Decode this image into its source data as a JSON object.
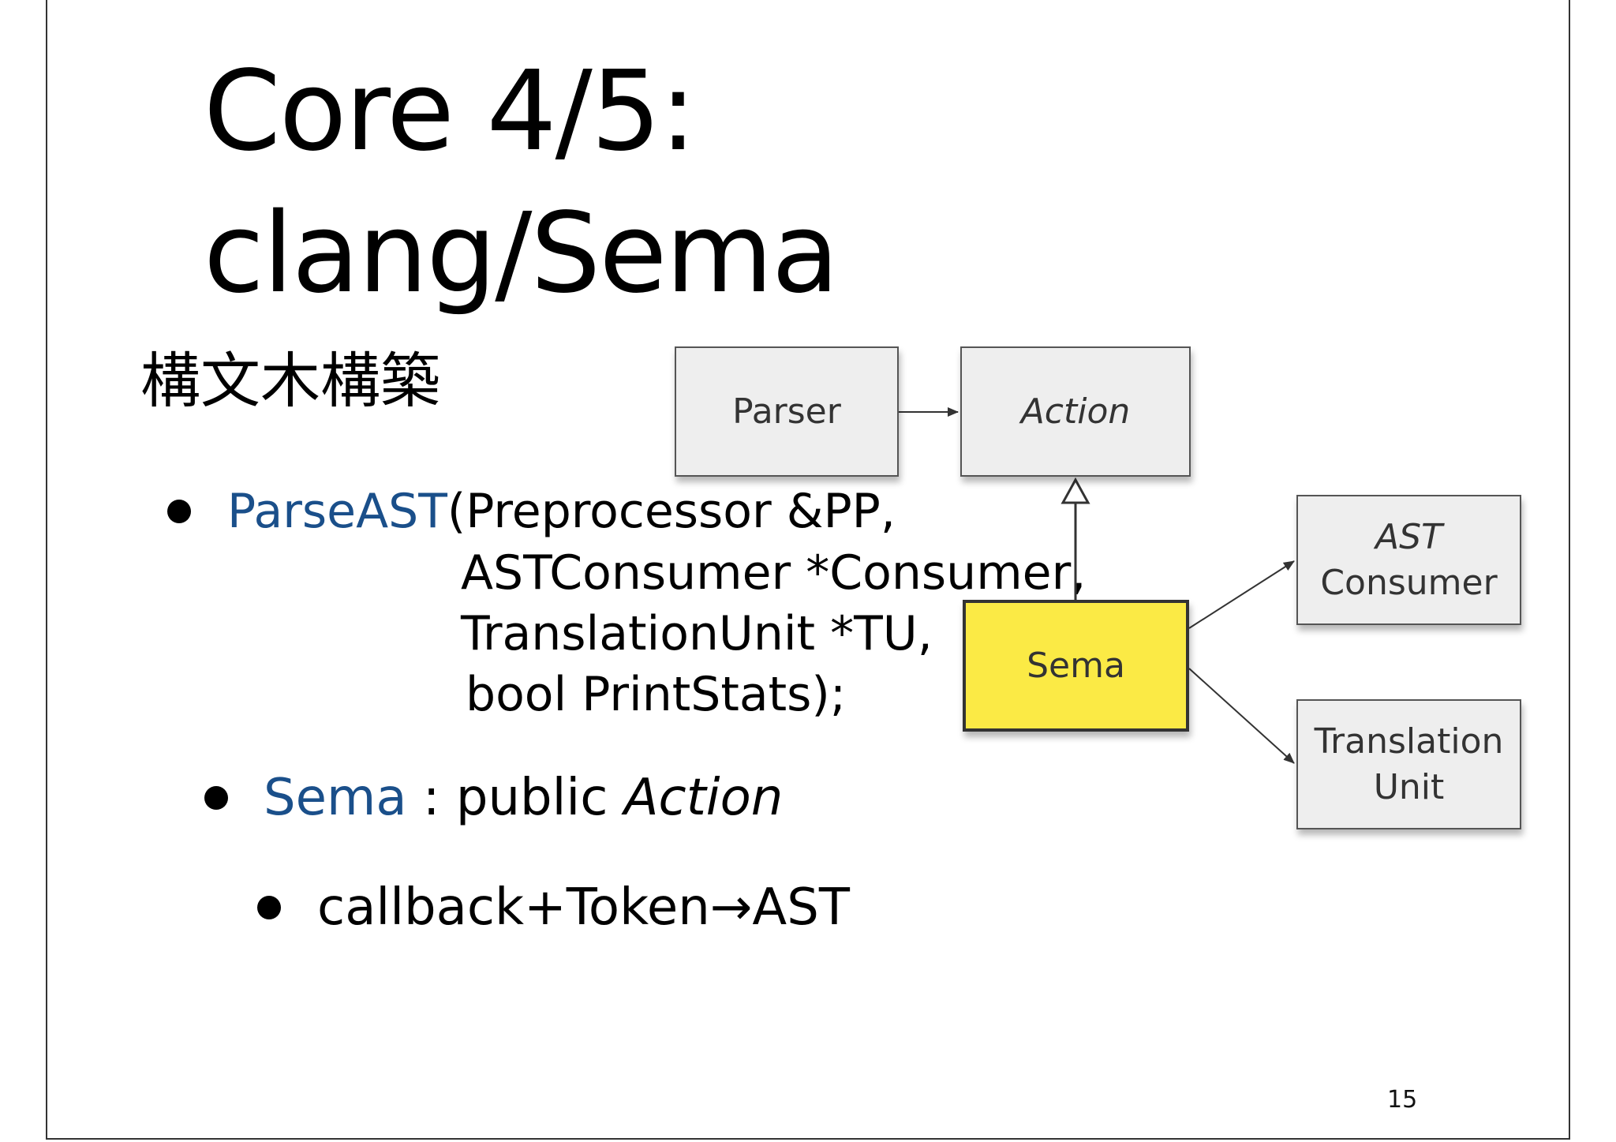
{
  "slide": {
    "title_line1": "Core 4/5:",
    "title_line2": "clang/Sema",
    "subtitle": "構文木構築",
    "bullets": {
      "item1": {
        "func_name": "ParseAST",
        "line1_rest": "(Preprocessor &PP,",
        "line2": "ASTConsumer *Consumer,",
        "line3": "TranslationUnit *TU,",
        "line4": "bool PrintStats);"
      },
      "item2": {
        "class_name": "Sema",
        "sep": " : public ",
        "base": "Action"
      },
      "item3": {
        "text": "callback+Token→AST"
      }
    },
    "diagram": {
      "parser": "Parser",
      "action": "Action",
      "sema": "Sema",
      "ast_consumer_line1": "AST",
      "ast_consumer_line2": "Consumer",
      "translation_unit_line1": "Translation",
      "translation_unit_line2": "Unit",
      "colors": {
        "sema_fill": "#fbea45",
        "box_fill": "#eeeeee",
        "accent_blue": "#1a4f8a"
      }
    },
    "page_number": "15"
  }
}
